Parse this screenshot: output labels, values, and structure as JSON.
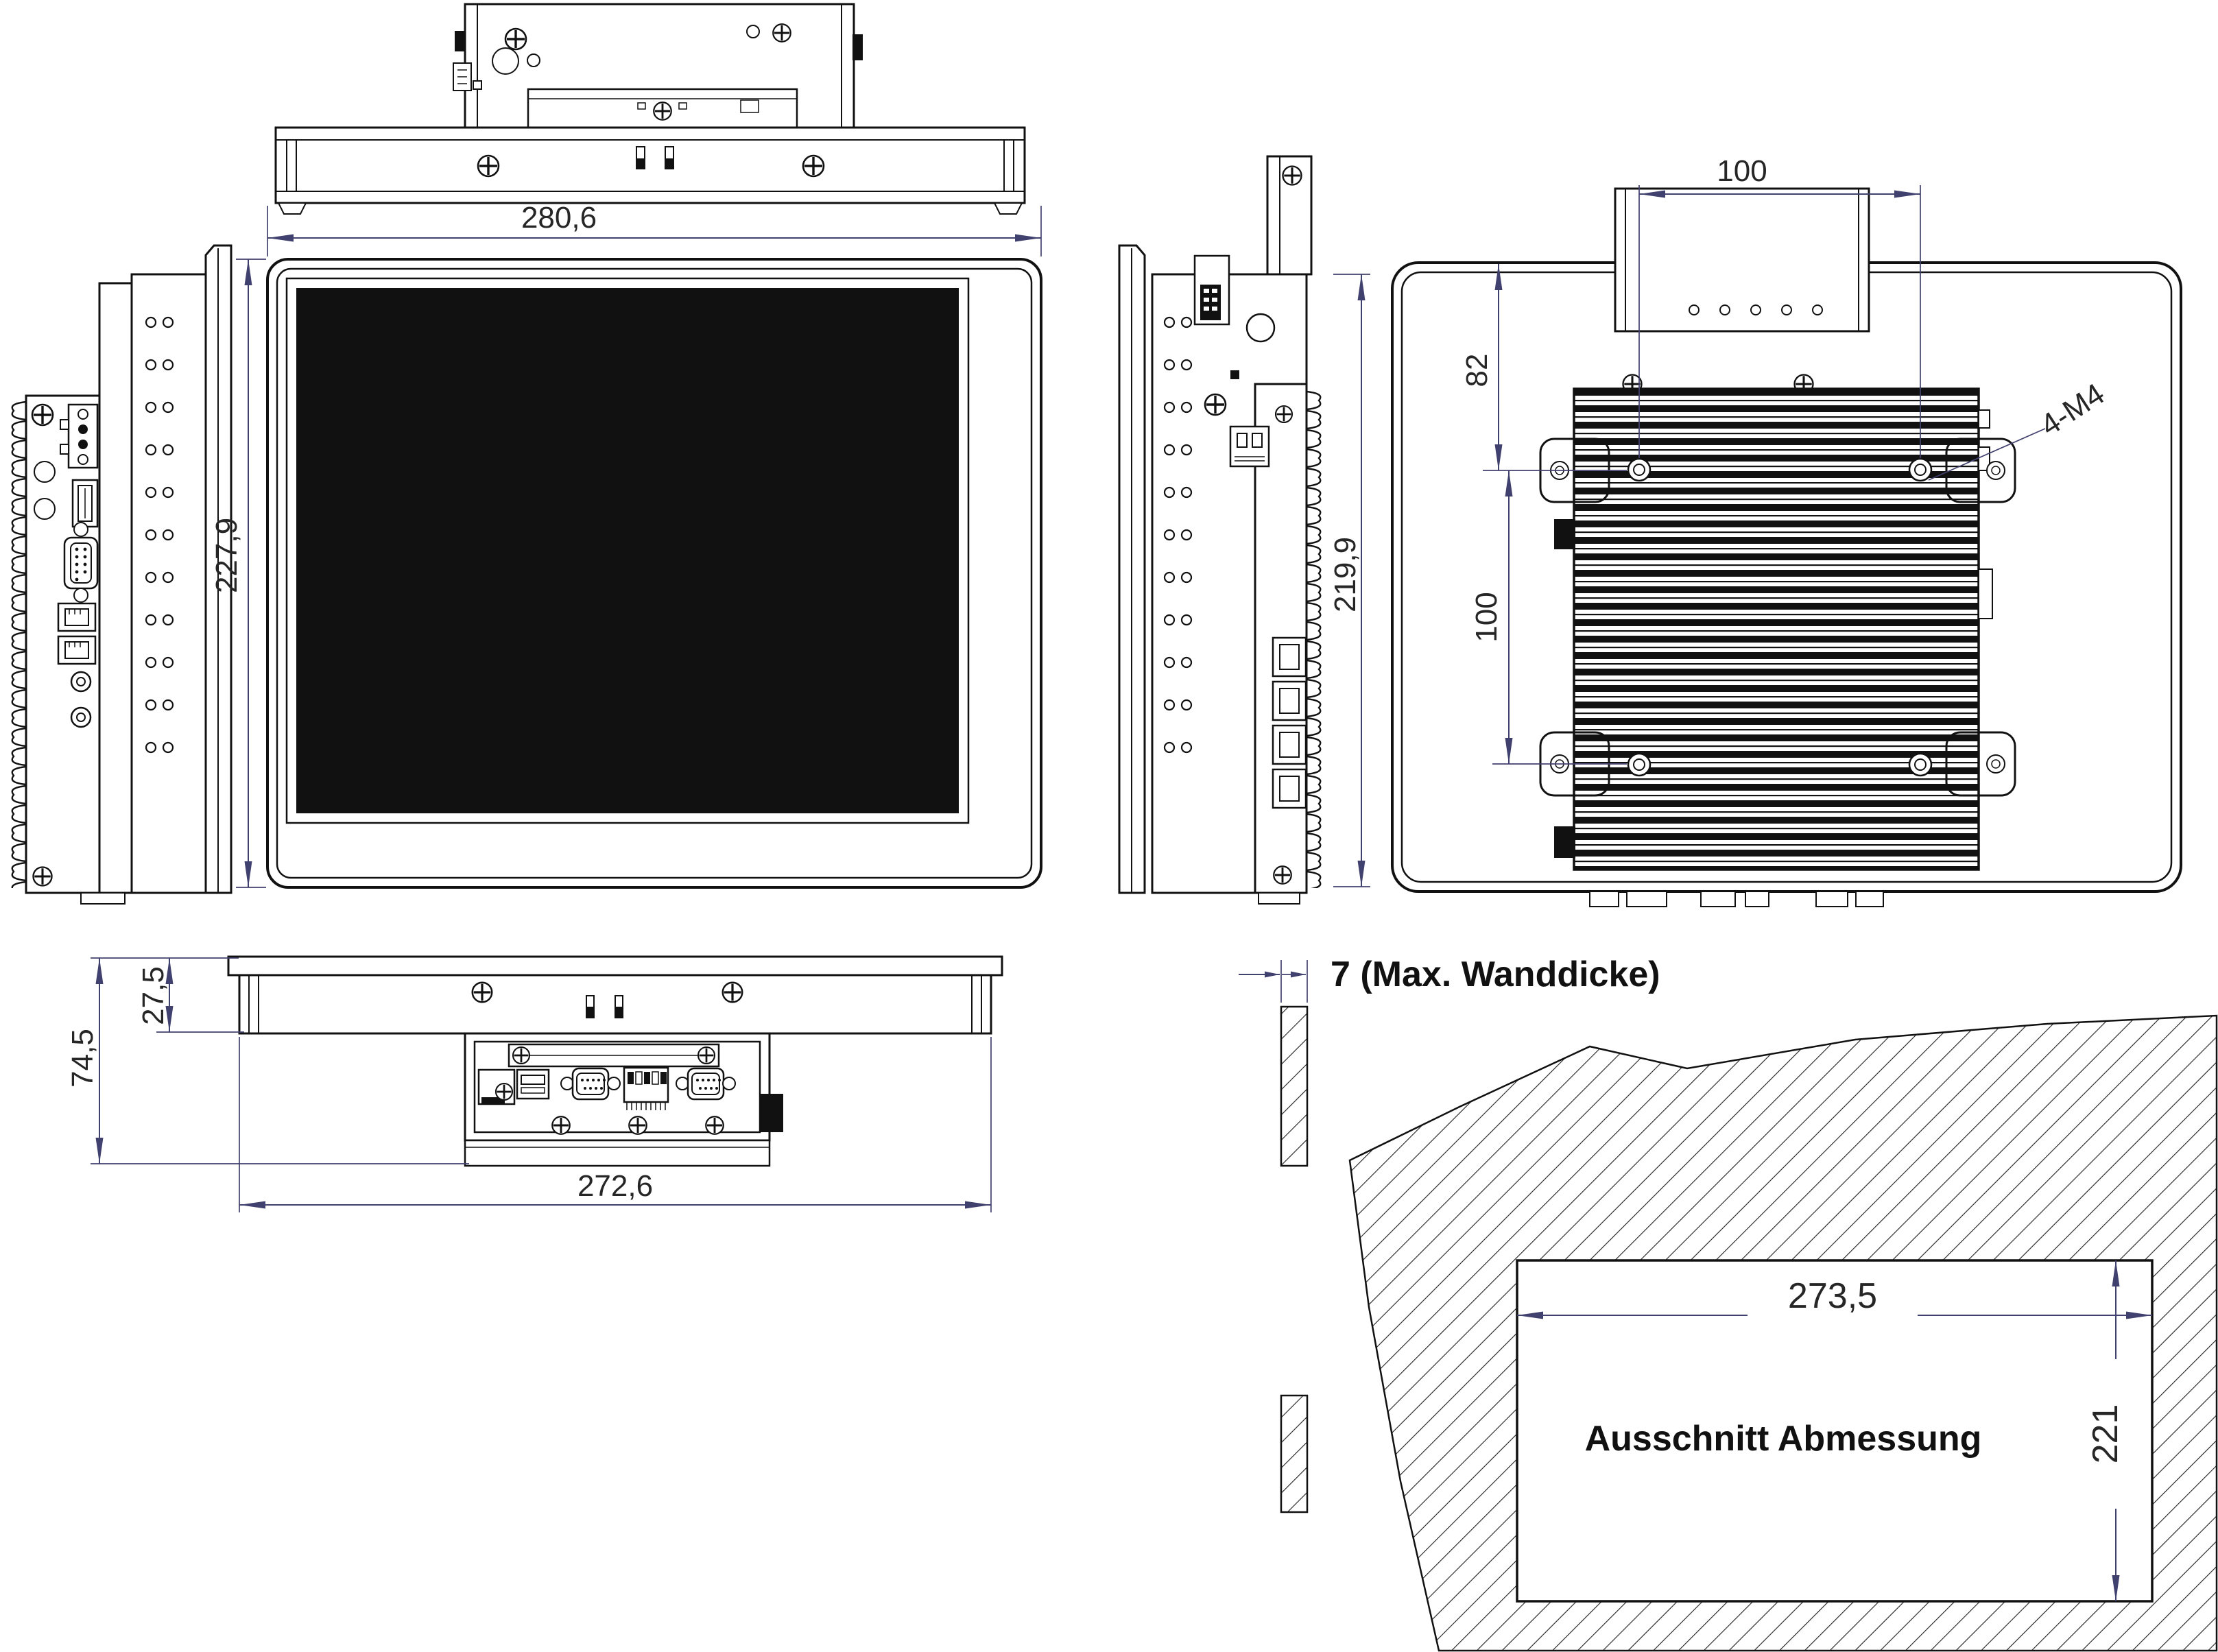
{
  "dimensions": {
    "front_width": "280,6",
    "front_height": "227,9",
    "v​esa_spacing_horizontal": "100",
    "vesa_spacing_horizontal": "100",
    "vesa_offset_from_top": "82",
    "vesa_spacing_vertical": "100",
    "mounting_thread_label": "4-M4",
    "side_height": "219,9",
    "panel_front_depth": "27,5",
    "total_depth": "74,5",
    "chassis_width": "272,6",
    "max_wall_thickness_label": "7 (Max. Wanddicke)",
    "cutout_width": "273,5",
    "cutout_height": "221",
    "cutout_area_label": "Ausschnitt Abmessung"
  },
  "colors": {
    "drawing_line": "#111111",
    "dimension_line": "#41416f",
    "dimension_text": "#262626",
    "screen_fill": "#000000",
    "background": "#ffffff"
  }
}
